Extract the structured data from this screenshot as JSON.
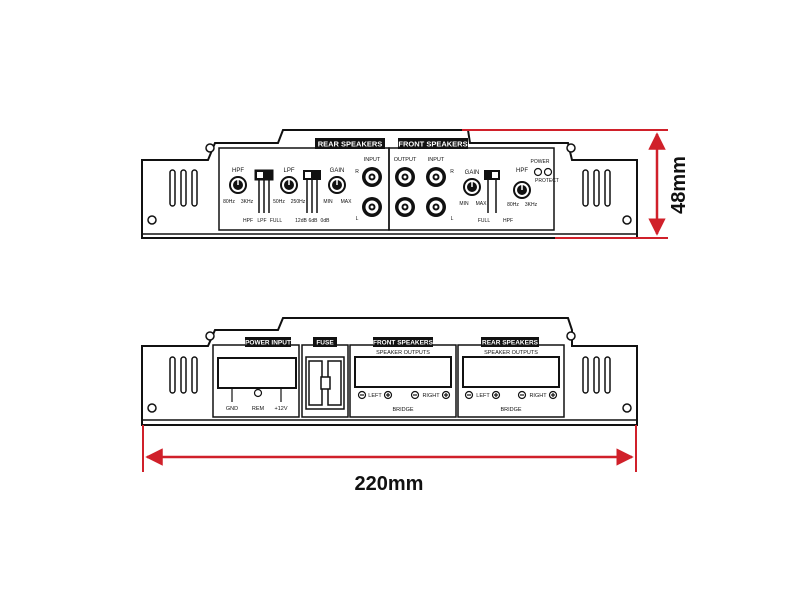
{
  "top_view": {
    "header_rear": "REAR SPEAKERS",
    "header_front": "FRONT SPEAKERS",
    "rear": {
      "hpf": {
        "title": "HPF",
        "min": "80Hz",
        "max": "3KHz"
      },
      "filter_switch_labels": [
        "HPF",
        "LPF",
        "FULL"
      ],
      "lpf": {
        "title": "LPF",
        "min": "50Hz",
        "max": "250Hz"
      },
      "bass_switch_labels": [
        "12dB",
        "6dB",
        "0dB"
      ],
      "gain": {
        "title": "GAIN",
        "min": "MIN",
        "max": "MAX"
      },
      "input_label": "INPUT",
      "channel_r": "R",
      "channel_l": "L"
    },
    "front": {
      "output_label": "OUTPUT",
      "input_label": "INPUT",
      "channel_r": "R",
      "channel_l": "L",
      "gain": {
        "title": "GAIN",
        "min": "MIN",
        "max": "MAX"
      },
      "switch_labels": [
        "FULL",
        "HPF"
      ],
      "hpf": {
        "title": "HPF",
        "min": "80Hz",
        "max": "3KHz"
      },
      "power_label": "POWER",
      "protect_label": "PROTECT"
    },
    "dimension": "48mm"
  },
  "bottom_view": {
    "power_input": {
      "header": "POWER INPUT",
      "terminals": [
        "GND",
        "REM",
        "+12V"
      ]
    },
    "fuse": {
      "header": "FUSE"
    },
    "front_speakers": {
      "header": "FRONT SPEAKERS",
      "subheader": "SPEAKER OUTPUTS",
      "left": "LEFT",
      "right": "RIGHT",
      "bridge": "BRIDGE"
    },
    "rear_speakers": {
      "header": "REAR SPEAKERS",
      "subheader": "SPEAKER OUTPUTS",
      "left": "LEFT",
      "right": "RIGHT",
      "bridge": "BRIDGE"
    },
    "dimension": "220mm"
  },
  "colors": {
    "dimension_red": "#d0202a",
    "line": "#111111"
  }
}
